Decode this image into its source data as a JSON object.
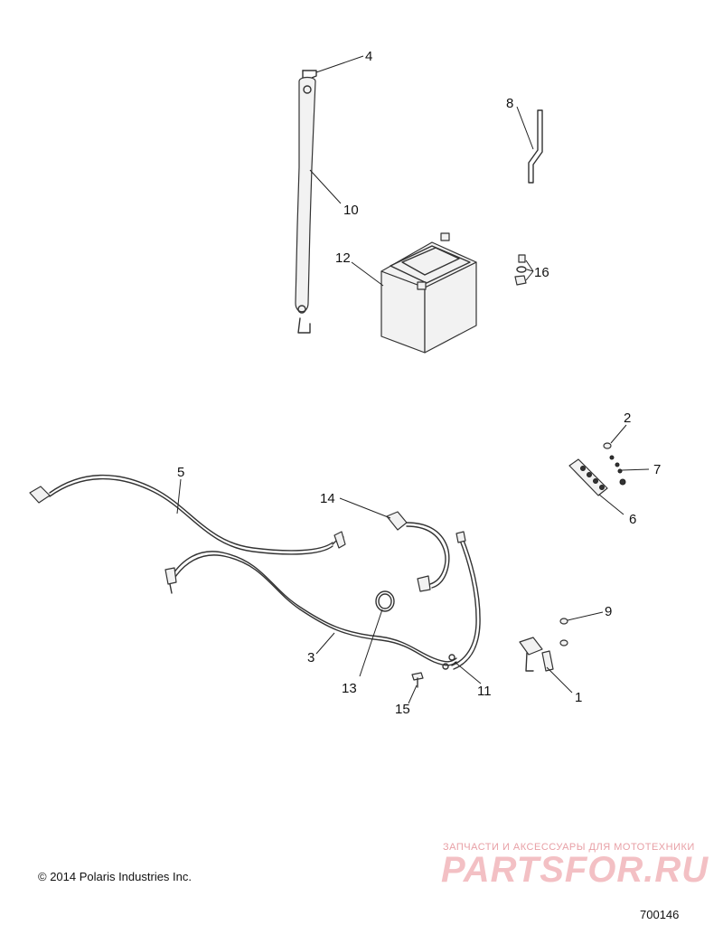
{
  "callouts": {
    "c1": "1",
    "c2": "2",
    "c3": "3",
    "c4": "4",
    "c5": "5",
    "c6": "6",
    "c7": "7",
    "c8": "8",
    "c9": "9",
    "c10": "10",
    "c11": "11",
    "c12": "12",
    "c13": "13",
    "c14": "14",
    "c15": "15",
    "c16": "16"
  },
  "footer": {
    "copyright": "© 2014 Polaris Industries Inc.",
    "reference": "700146"
  },
  "watermark": {
    "tagline": "ЗАПЧАСТИ И АКСЕССУАРЫ ДЛЯ МОТОТЕХНИКИ",
    "brand": "PARTSFOR.RU"
  }
}
